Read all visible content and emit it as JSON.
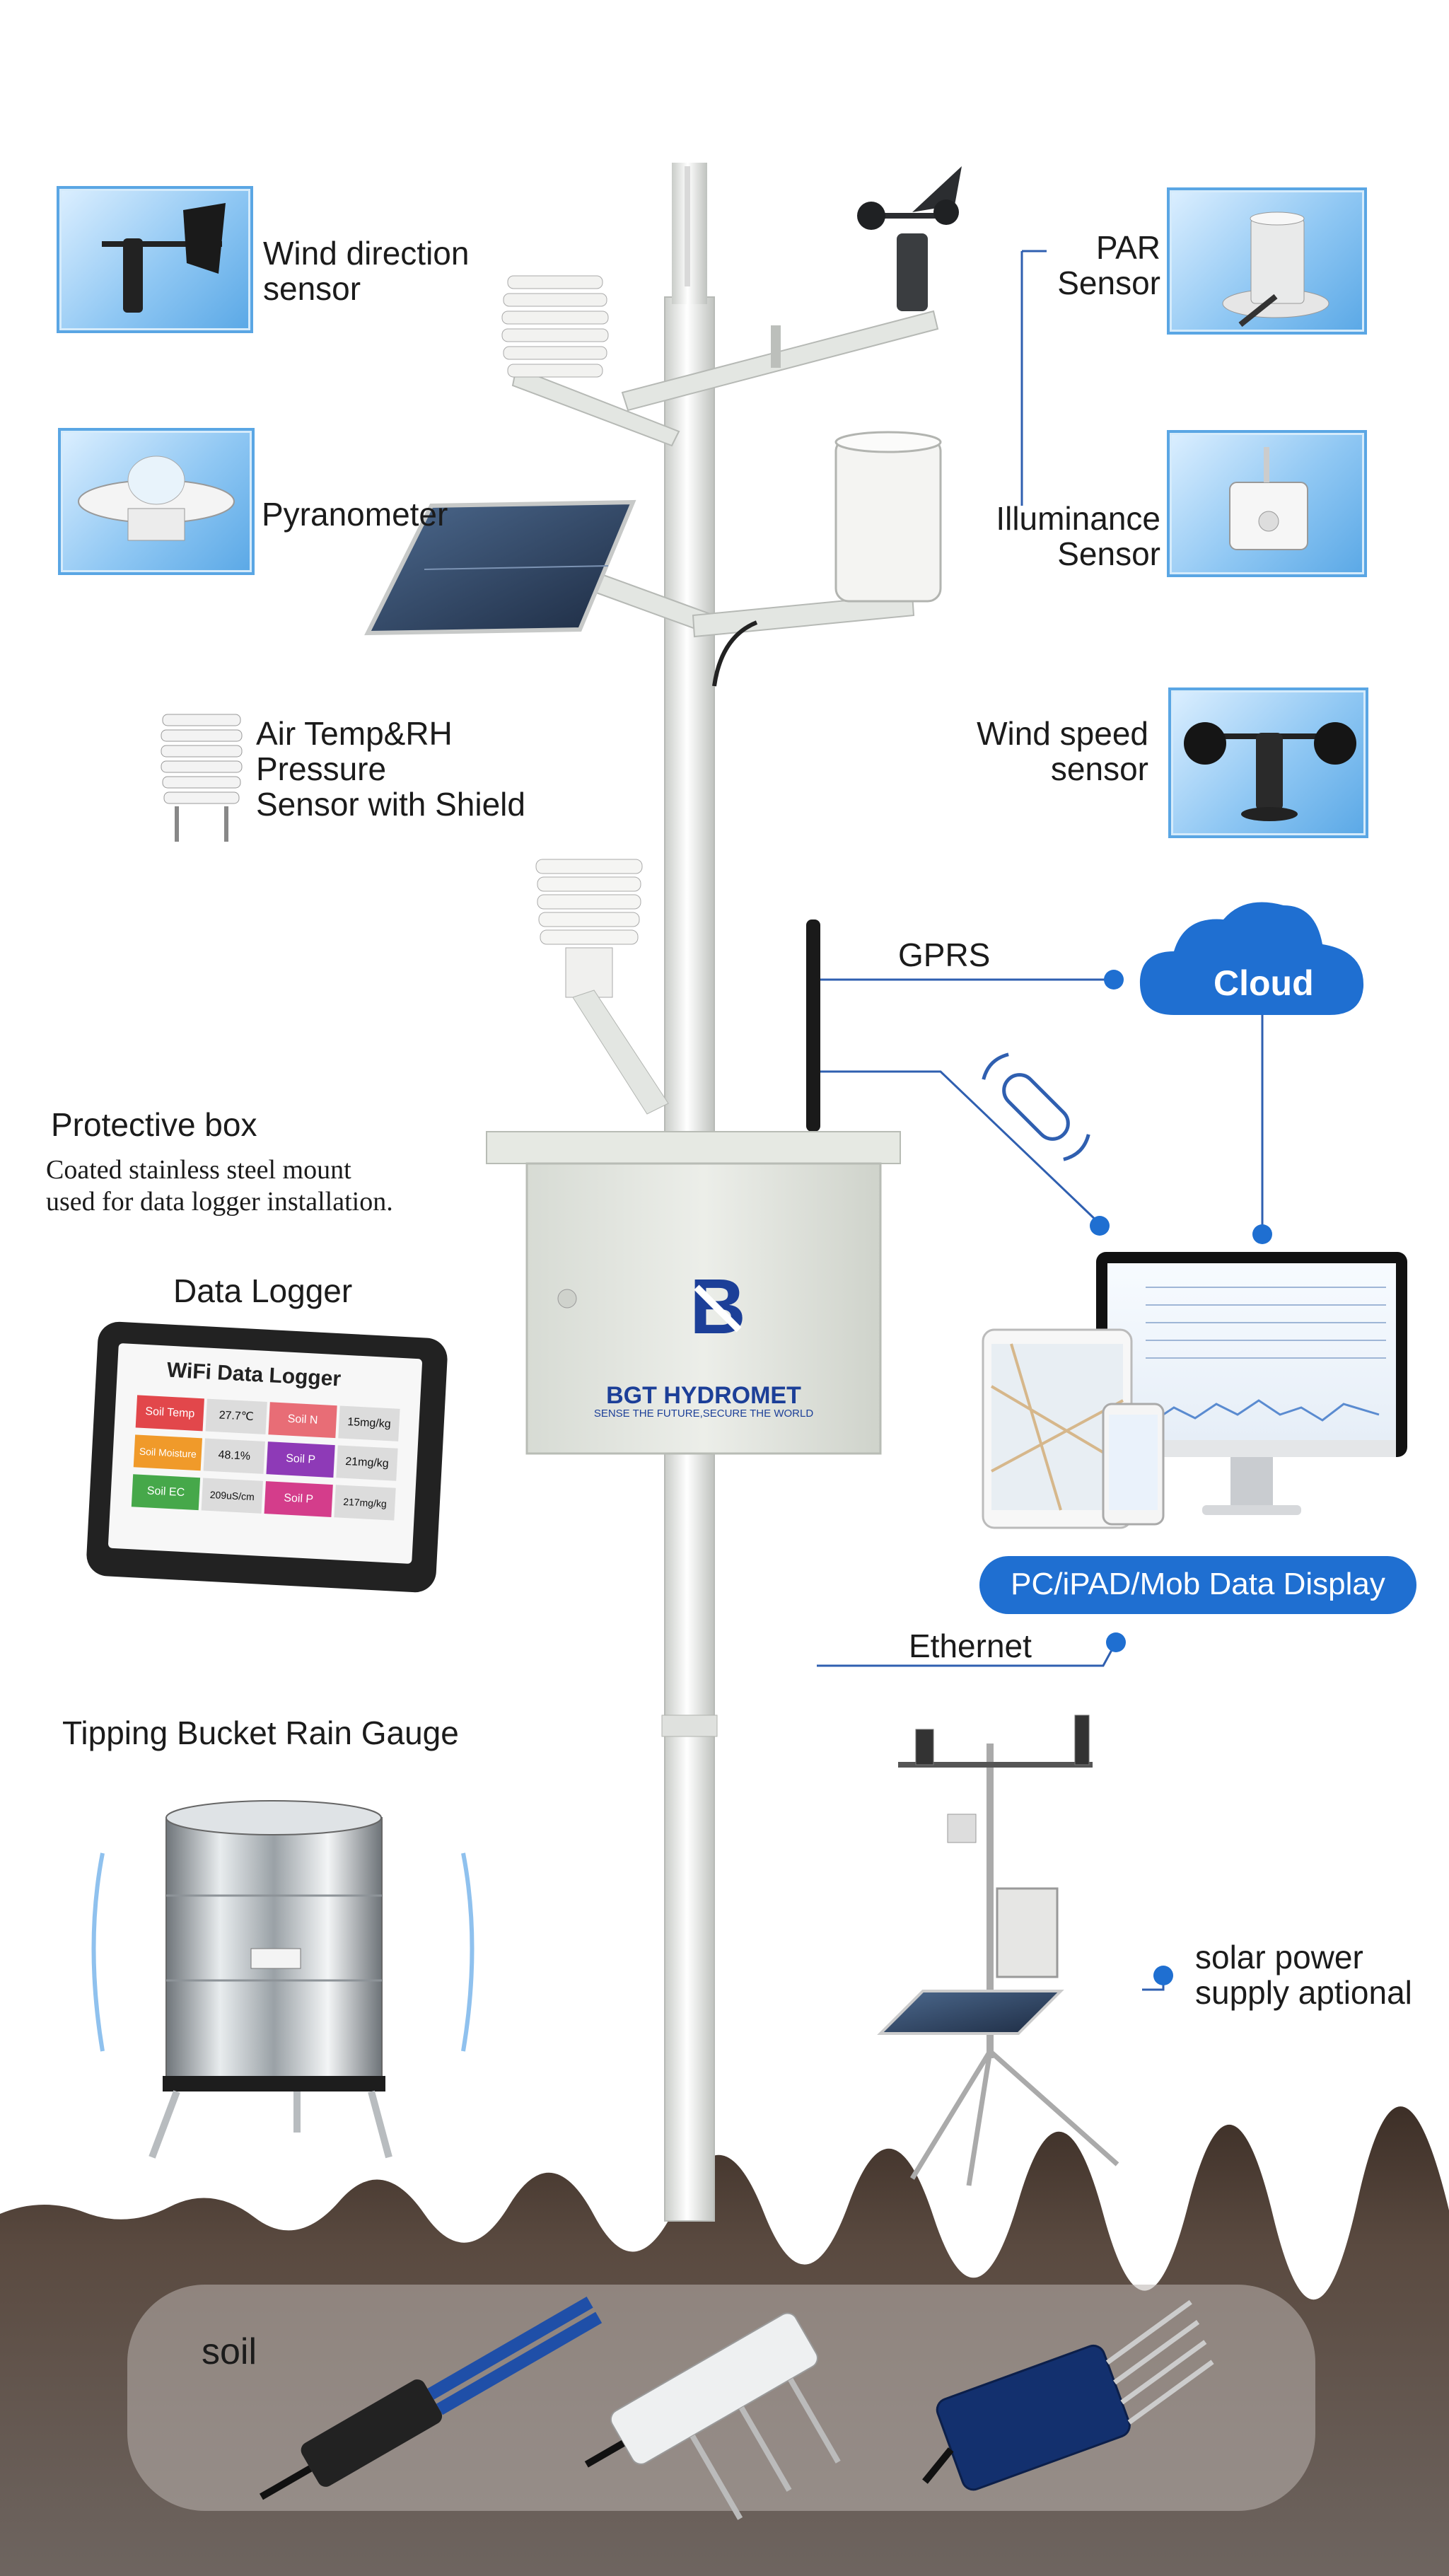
{
  "labels": {
    "wind_direction": "Wind direction\nsensor",
    "pyranometer": "Pyranometer",
    "air_temp": "Air Temp&RH\nPressure\nSensor with Shield",
    "par": "PAR\nSensor",
    "illuminance": "Illuminance\nSensor",
    "wind_speed": "Wind speed\nsensor",
    "gprs": "GPRS",
    "cloud": "Cloud",
    "protective_box_title": "Protective box",
    "protective_box_desc": "Coated stainless steel mount\nused for data logger installation.",
    "data_logger": "Data Logger",
    "display_badge": "PC/iPAD/Mob Data Display",
    "ethernet": "Ethernet",
    "rain_gauge": "Tipping Bucket Rain Gauge",
    "solar_power": "solar power\nsupply aptional",
    "soil": "soil"
  },
  "brand": {
    "name": "BGT HYDROMET",
    "slogan": "SENSE THE FUTURE,SECURE THE WORLD"
  },
  "logger_screen": {
    "title": "WiFi Data Logger",
    "cells": [
      {
        "label": "Soil Temp",
        "value": "27.7℃",
        "color": "#e2474b"
      },
      {
        "label": "Soil N",
        "value": "15mg/kg",
        "color": "#e86d76"
      },
      {
        "label": "Soil Moisture",
        "value": "48.1%",
        "color": "#f09a2a"
      },
      {
        "label": "Soil P",
        "value": "21mg/kg",
        "color": "#8e3ab7"
      },
      {
        "label": "Soil EC",
        "value": "209uS/cm",
        "color": "#46a84a"
      },
      {
        "label": "Soil P",
        "value": "217mg/kg",
        "color": "#d43d8b"
      }
    ]
  },
  "colors": {
    "accent_blue": "#1f6fd1",
    "card_border": "#5aa6e4",
    "pole": "#eef0ee",
    "box": "#e1e5df",
    "soil_top": "#4a3a30"
  }
}
